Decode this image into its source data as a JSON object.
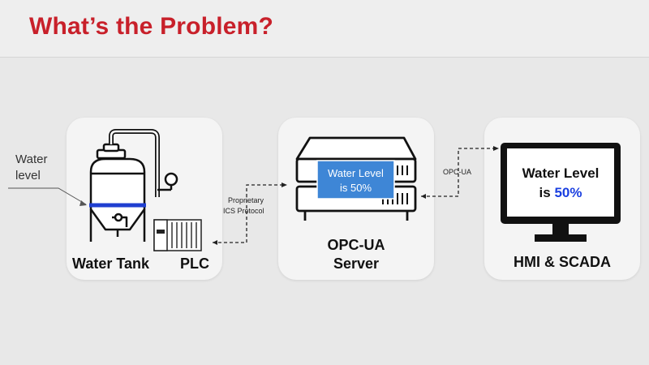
{
  "slide": {
    "title": "What’s the Problem?"
  },
  "diagram": {
    "input_label_line1": "Water",
    "input_label_line2": "level",
    "tank_label": "Water Tank",
    "plc_label": "PLC",
    "protocol_label_line1": "Proprietary",
    "protocol_label_line2": "ICS Protocol",
    "server_badge_line1": "Water Level",
    "server_badge_line2": "is 50%",
    "server_label_line1": "OPC-UA",
    "server_label_line2": "Server",
    "link_label": "OPC-UA",
    "monitor_line1": "Water Level",
    "monitor_line2_prefix": "is ",
    "monitor_value": "50%",
    "hmi_label": "HMI & SCADA"
  },
  "colors": {
    "title": "#c8202a",
    "water_line": "#1f3fd0",
    "badge": "#3e86d6",
    "value": "#1a3fe0"
  }
}
